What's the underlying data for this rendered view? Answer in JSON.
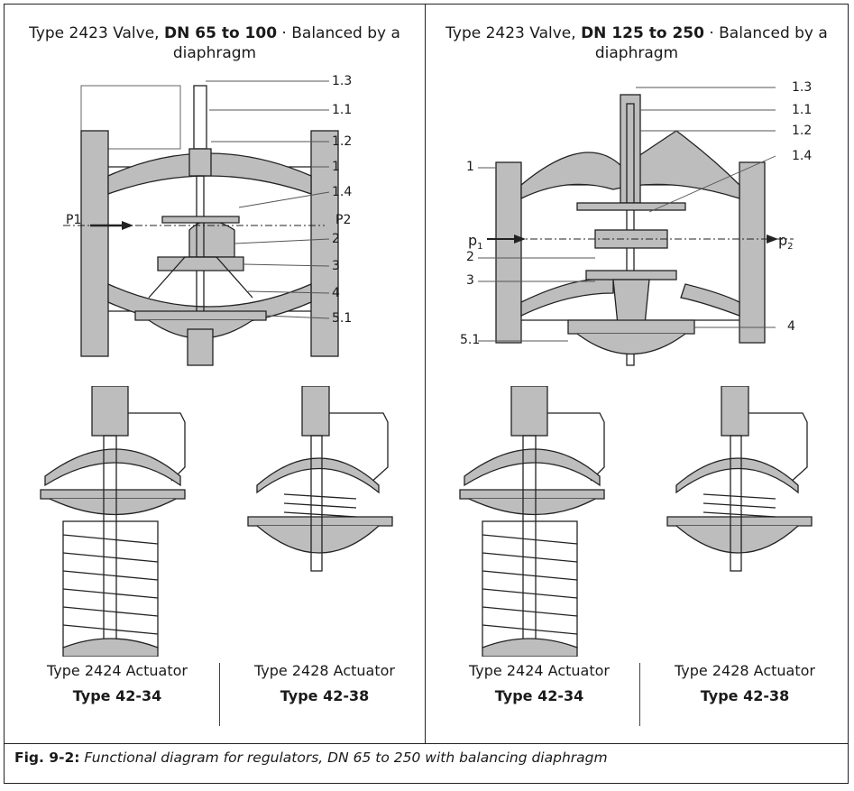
{
  "panels": [
    {
      "title_prefix": "Type 2423 Valve, ",
      "title_bold": "DN 65 to 100",
      "title_suffix": " · Balanced by a diaphragm",
      "callouts": [
        "1.3",
        "1.1",
        "1.2",
        "1",
        "1.4",
        "2",
        "3",
        "4",
        "5.1"
      ],
      "flow_in": "P1",
      "flow_out": "P2"
    },
    {
      "title_prefix": "Type 2423 Valve, ",
      "title_bold": "DN 125 to 250",
      "title_suffix": " · Balanced by a diaphragm",
      "callouts_right": [
        "1.3",
        "1.1",
        "1.2",
        "1.4",
        "4"
      ],
      "callouts_left": [
        "1",
        "2",
        "3",
        "5.1"
      ],
      "flow_in": "p",
      "flow_in_sub": "1",
      "flow_out": "p",
      "flow_out_sub": "2"
    }
  ],
  "actuators": [
    {
      "name": "Type 2424 Actuator",
      "type": "Type 42-34"
    },
    {
      "name": "Type 2428 Actuator",
      "type": "Type 42-38"
    },
    {
      "name": "Type 2424 Actuator",
      "type": "Type 42-34"
    },
    {
      "name": "Type 2428 Actuator",
      "type": "Type 42-38"
    }
  ],
  "caption": {
    "number": "Fig. 9-2:",
    "text": "Functional diagram for regulators, DN 65 to 250 with balancing diaphragm"
  }
}
